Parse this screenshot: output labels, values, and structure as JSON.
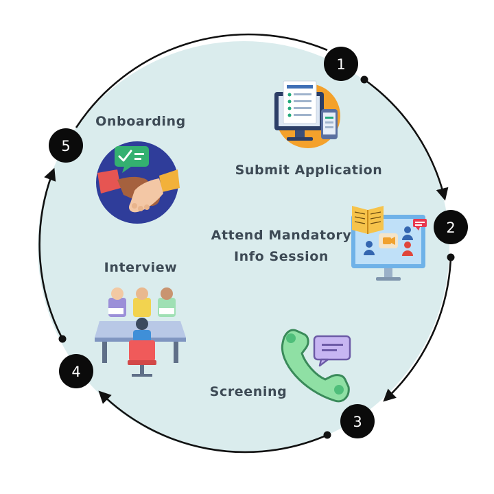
{
  "colors": {
    "circle_fill": "#daeced",
    "cycle_stroke": "#111111",
    "number_badge": "#0b0b0b",
    "label_text": "#3d4a55"
  },
  "steps": [
    {
      "number": "1",
      "label_lines": [
        "Submit Application"
      ],
      "icon": "computer-form-icon"
    },
    {
      "number": "2",
      "label_lines": [
        "Attend Mandatory",
        "Info Session"
      ],
      "icon": "video-session-icon"
    },
    {
      "number": "3",
      "label_lines": [
        "Screening"
      ],
      "icon": "phone-call-icon"
    },
    {
      "number": "4",
      "label_lines": [
        "Interview"
      ],
      "icon": "interview-panel-icon"
    },
    {
      "number": "5",
      "label_lines": [
        "Onboarding"
      ],
      "icon": "handshake-icon"
    }
  ]
}
